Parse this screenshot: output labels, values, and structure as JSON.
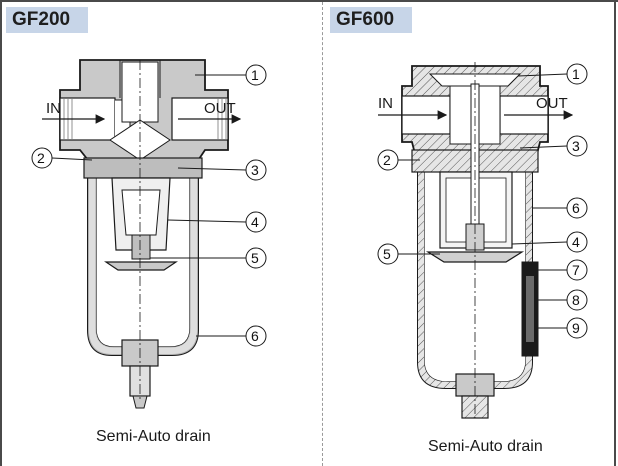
{
  "panels": [
    {
      "model": "GF200",
      "inlet_label": "IN",
      "outlet_label": "OUT",
      "caption": "Semi-Auto drain",
      "callouts": [
        "1",
        "2",
        "3",
        "4",
        "5",
        "6"
      ]
    },
    {
      "model": "GF600",
      "inlet_label": "IN",
      "outlet_label": "OUT",
      "caption": "Semi-Auto drain",
      "callouts": [
        "1",
        "2",
        "3",
        "6",
        "5",
        "4",
        "7",
        "8",
        "9"
      ]
    }
  ],
  "colors": {
    "tag_bg": "#c7d5e8",
    "hatch_fill": "#cfcfcf",
    "line": "#1a1a1a"
  }
}
